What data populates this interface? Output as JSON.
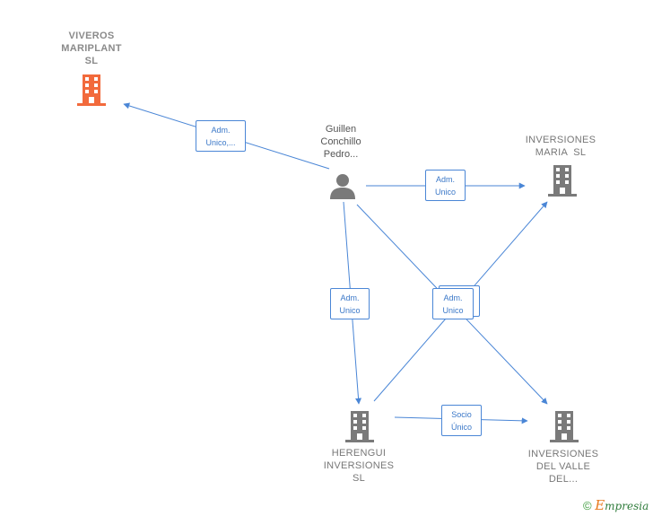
{
  "nodes": {
    "viveros": {
      "lines": [
        "VIVEROS",
        "MARIPLANT",
        "SL"
      ],
      "color": "#f26a3c"
    },
    "person": {
      "lines": [
        "Guillen",
        "Conchillo",
        "Pedro..."
      ]
    },
    "inv_maria": {
      "lines": [
        "INVERSIONES",
        "MARIA  SL"
      ]
    },
    "herengui": {
      "lines": [
        "HERENGUI",
        "INVERSIONES",
        "SL"
      ]
    },
    "inv_valle": {
      "lines": [
        "INVERSIONES",
        "DEL VALLE",
        "DEL..."
      ]
    }
  },
  "edges": {
    "e1": {
      "lines": [
        "Adm.",
        "Unico,..."
      ]
    },
    "e2": {
      "lines": [
        "Adm.",
        "Unico"
      ]
    },
    "e3": {
      "lines": [
        "Adm.",
        "Unico"
      ]
    },
    "e4": {
      "lines": [
        "Adm.",
        "Unico"
      ]
    },
    "e5": {
      "lines": [
        "Socio",
        "Único"
      ]
    }
  },
  "colors": {
    "edge": "#4a86d6",
    "building": "#7a7a7a",
    "highlight_building": "#f26a3c"
  },
  "footer": {
    "copyright": "©",
    "brand_initial": "E",
    "brand_rest": "mpresia"
  }
}
